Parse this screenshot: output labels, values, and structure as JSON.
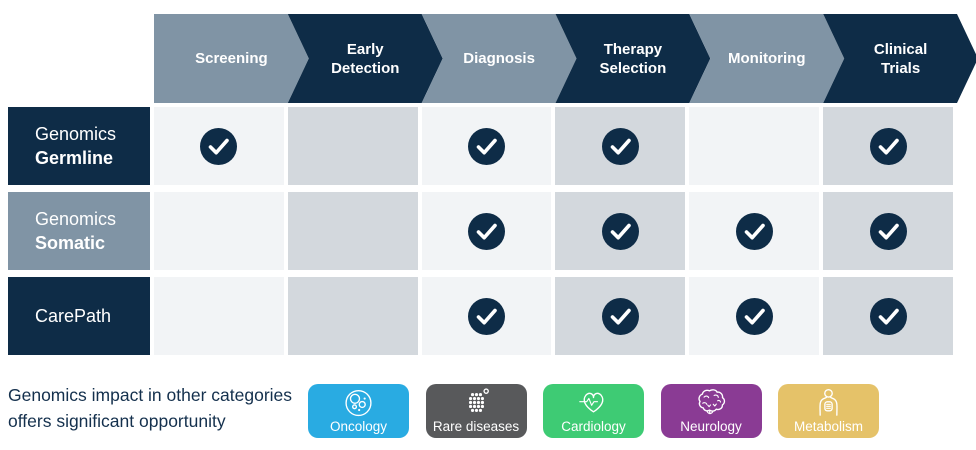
{
  "colors": {
    "navy": "#0e2c47",
    "slate": "#8094a5",
    "cell_light": "#f2f4f6",
    "cell_dark": "#d3d8dd",
    "check_circle": "#0e2c47",
    "check_mark": "#ffffff",
    "footnote_text": "#14304d"
  },
  "header": {
    "stages": [
      {
        "lines": [
          "Screening"
        ],
        "tone": "slate"
      },
      {
        "lines": [
          "Early",
          "Detection"
        ],
        "tone": "navy"
      },
      {
        "lines": [
          "Diagnosis"
        ],
        "tone": "slate"
      },
      {
        "lines": [
          "Therapy",
          "Selection"
        ],
        "tone": "navy"
      },
      {
        "lines": [
          "Monitoring"
        ],
        "tone": "slate"
      },
      {
        "lines": [
          "Clinical",
          "Trials"
        ],
        "tone": "navy"
      }
    ]
  },
  "rows": [
    {
      "tone": "navy",
      "label_lines": [
        {
          "text": "Genomics",
          "bold": false
        },
        {
          "text": "Germline",
          "bold": true
        }
      ],
      "checks": [
        true,
        false,
        true,
        true,
        false,
        true
      ]
    },
    {
      "tone": "slate",
      "label_lines": [
        {
          "text": "Genomics",
          "bold": false
        },
        {
          "text": "Somatic",
          "bold": true
        }
      ],
      "checks": [
        false,
        false,
        true,
        true,
        true,
        true
      ]
    },
    {
      "tone": "navy",
      "label_lines": [
        {
          "text": "CarePath",
          "bold": false
        }
      ],
      "checks": [
        false,
        false,
        true,
        true,
        true,
        true
      ]
    }
  ],
  "footnote": {
    "lines": [
      "Genomics impact in other categories",
      "offers significant opportunity"
    ]
  },
  "badges": [
    {
      "label": "Oncology",
      "color": "#29abe2",
      "icon": "oncology-cells-icon"
    },
    {
      "label": "Rare diseases",
      "color": "#58595b",
      "icon": "rare-diseases-dots-icon"
    },
    {
      "label": "Cardiology",
      "color": "#3ecb74",
      "icon": "cardiology-heart-icon"
    },
    {
      "label": "Neurology",
      "color": "#8a3b94",
      "icon": "neurology-brain-icon"
    },
    {
      "label": "Metabolism",
      "color": "#e5c269",
      "icon": "metabolism-body-icon"
    }
  ]
}
